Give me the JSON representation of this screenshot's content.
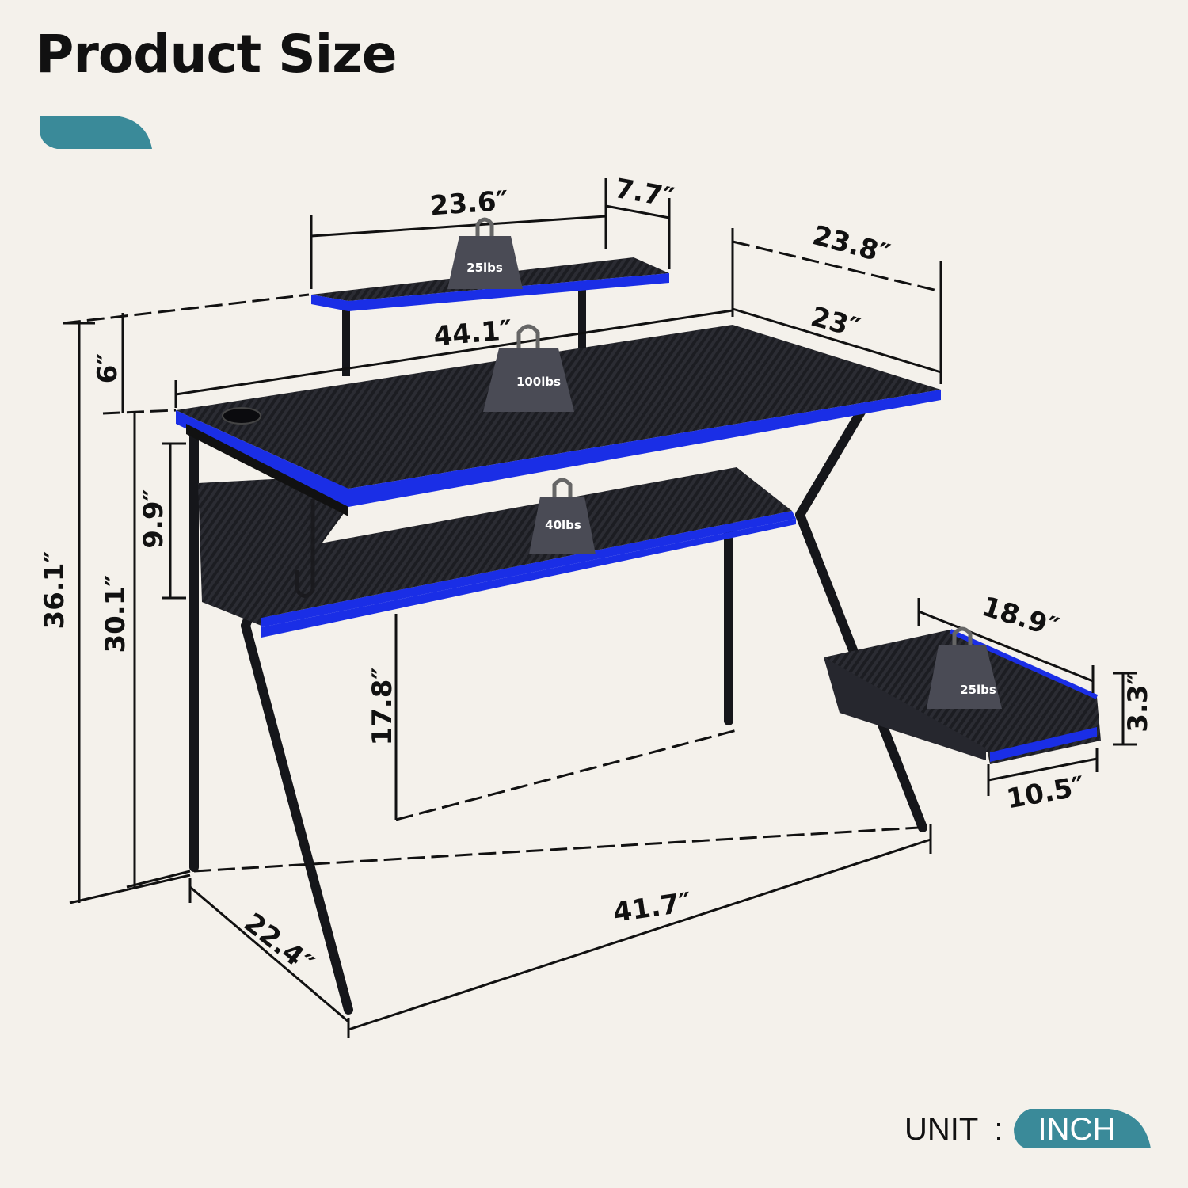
{
  "title": "Product Size",
  "colors": {
    "accent": "#3a8a99",
    "led_edge": "#1a2ee6",
    "carbon": "#1c1d22",
    "weight": "#4a4b55",
    "background": "#f4f1eb"
  },
  "dimensions": {
    "monitor_shelf_width": "23.6″",
    "monitor_shelf_depth": "7.7″",
    "overall_depth": "23.8″",
    "desk_width": "44.1″",
    "desk_depth": "23″",
    "shelf_height": "6″",
    "storage_shelf_gap": "9.9″",
    "total_height": "36.1″",
    "desk_height": "30.1″",
    "leg_clearance": "17.8″",
    "tray_length": "18.9″",
    "tray_height": "3.3″",
    "tray_width": "10.5″",
    "base_width": "41.7″",
    "base_depth": "22.4″"
  },
  "weights": {
    "monitor_shelf": "25lbs",
    "desktop": "100lbs",
    "storage_shelf": "40lbs",
    "host_tray": "25lbs"
  },
  "unit": {
    "label": "UNIT",
    "separator": ":",
    "value": "INCH"
  }
}
